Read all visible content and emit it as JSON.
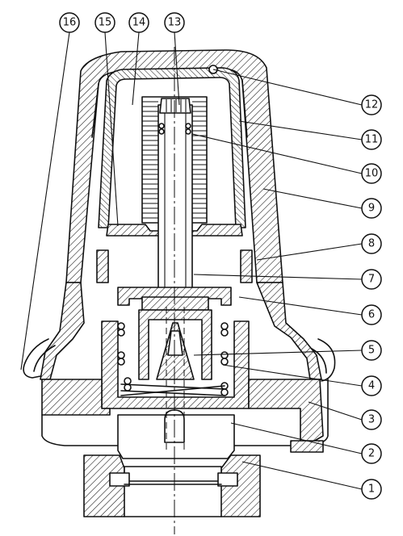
{
  "callouts": [
    {
      "id": "c1",
      "label": "1"
    },
    {
      "id": "c2",
      "label": "2"
    },
    {
      "id": "c3",
      "label": "3"
    },
    {
      "id": "c4",
      "label": "4"
    },
    {
      "id": "c5",
      "label": "5"
    },
    {
      "id": "c6",
      "label": "6"
    },
    {
      "id": "c7",
      "label": "7"
    },
    {
      "id": "c8",
      "label": "8"
    },
    {
      "id": "c9",
      "label": "9"
    },
    {
      "id": "c10",
      "label": "10"
    },
    {
      "id": "c11",
      "label": "11"
    },
    {
      "id": "c12",
      "label": "12"
    },
    {
      "id": "c13",
      "label": "13"
    },
    {
      "id": "c14",
      "label": "14"
    },
    {
      "id": "c15",
      "label": "15"
    },
    {
      "id": "c16",
      "label": "16"
    }
  ],
  "colors": {
    "line": "#111111",
    "background": "#ffffff"
  }
}
